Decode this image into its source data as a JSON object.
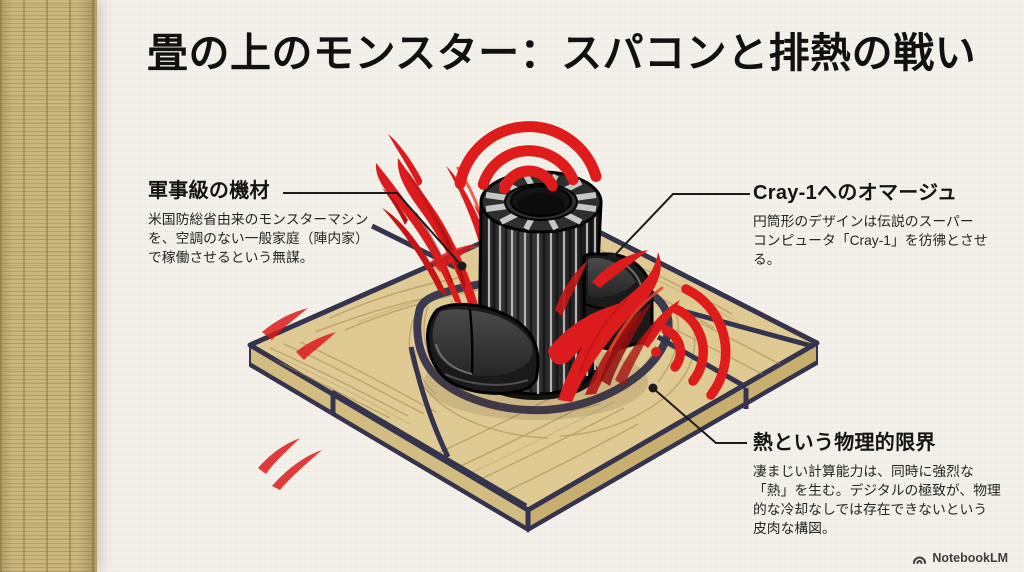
{
  "title": "畳の上のモンスター：スパコンと排熱の戦い",
  "callouts": {
    "left": {
      "heading": "軍事級の機材",
      "body": "米国防総省由来のモンスターマシン\nを、空調のない一般家庭（陣内家）\nで稼働させるという無謀。"
    },
    "right": {
      "heading": "Cray-1へのオマージュ",
      "body": "円筒形のデザインは伝説のスーパー\nコンピュータ「Cray-1」を彷彿とさせる。"
    },
    "bottom": {
      "heading": "熱という物理的限界",
      "body": "凄まじい計算能力は、同時に強烈な\n「熱」を生む。デジタルの極致が、物理\n的な冷却なしでは存在できないという\n皮肉な構図。"
    }
  },
  "watermark": {
    "brand": "NotebookLM"
  },
  "icons": {
    "top_heat": "heat-radiation-arcs-icon",
    "floor_heat": "heat-radiation-arcs-icon",
    "brand": "notebooklm-logo-icon"
  },
  "palette": {
    "background": "#f4f1ea",
    "tatami_mat": "#dfca93",
    "tatami_side": "#d3bc82",
    "tatami_border_navy": "#35344e",
    "wood_grain": "#a18651",
    "machine_body": "#2d2d2d",
    "machine_panel_light": "#c4c4c4",
    "bench_black": "#1a1a1a",
    "heat_red": "#dc1c1c",
    "text": "#161616"
  }
}
